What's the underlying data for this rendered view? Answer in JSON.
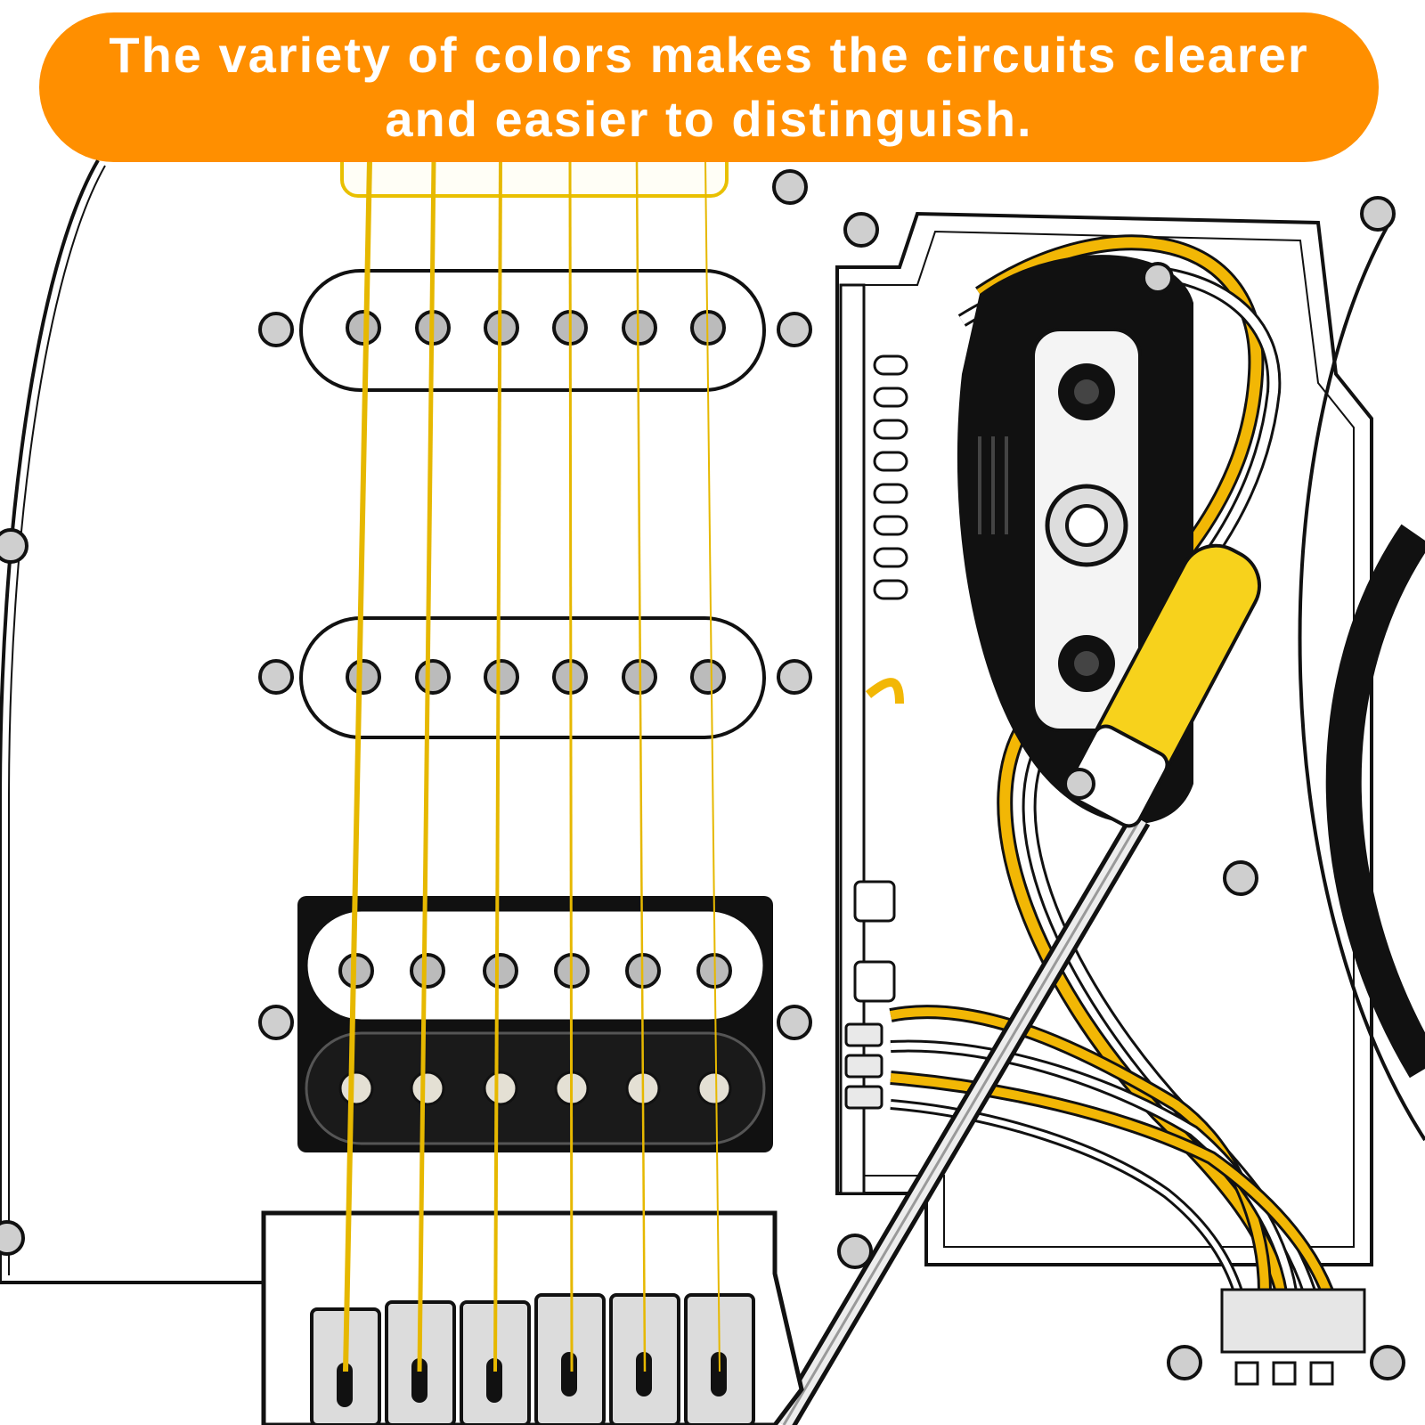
{
  "banner": {
    "text": "The variety of colors makes the circuits clearer and easier to distinguish."
  },
  "colors": {
    "banner_bg": "#ff8f00",
    "banner_text": "#ffffff",
    "string": "#e6b800",
    "wire_yellow": "#f2b705",
    "handle_yellow": "#f7d21c",
    "pickup_black": "#111111"
  },
  "illustration": {
    "subject": "guitar-pickguard-wiring",
    "string_count": 6,
    "single_coil_pickups": 2,
    "humbucker_pickups": 1
  }
}
